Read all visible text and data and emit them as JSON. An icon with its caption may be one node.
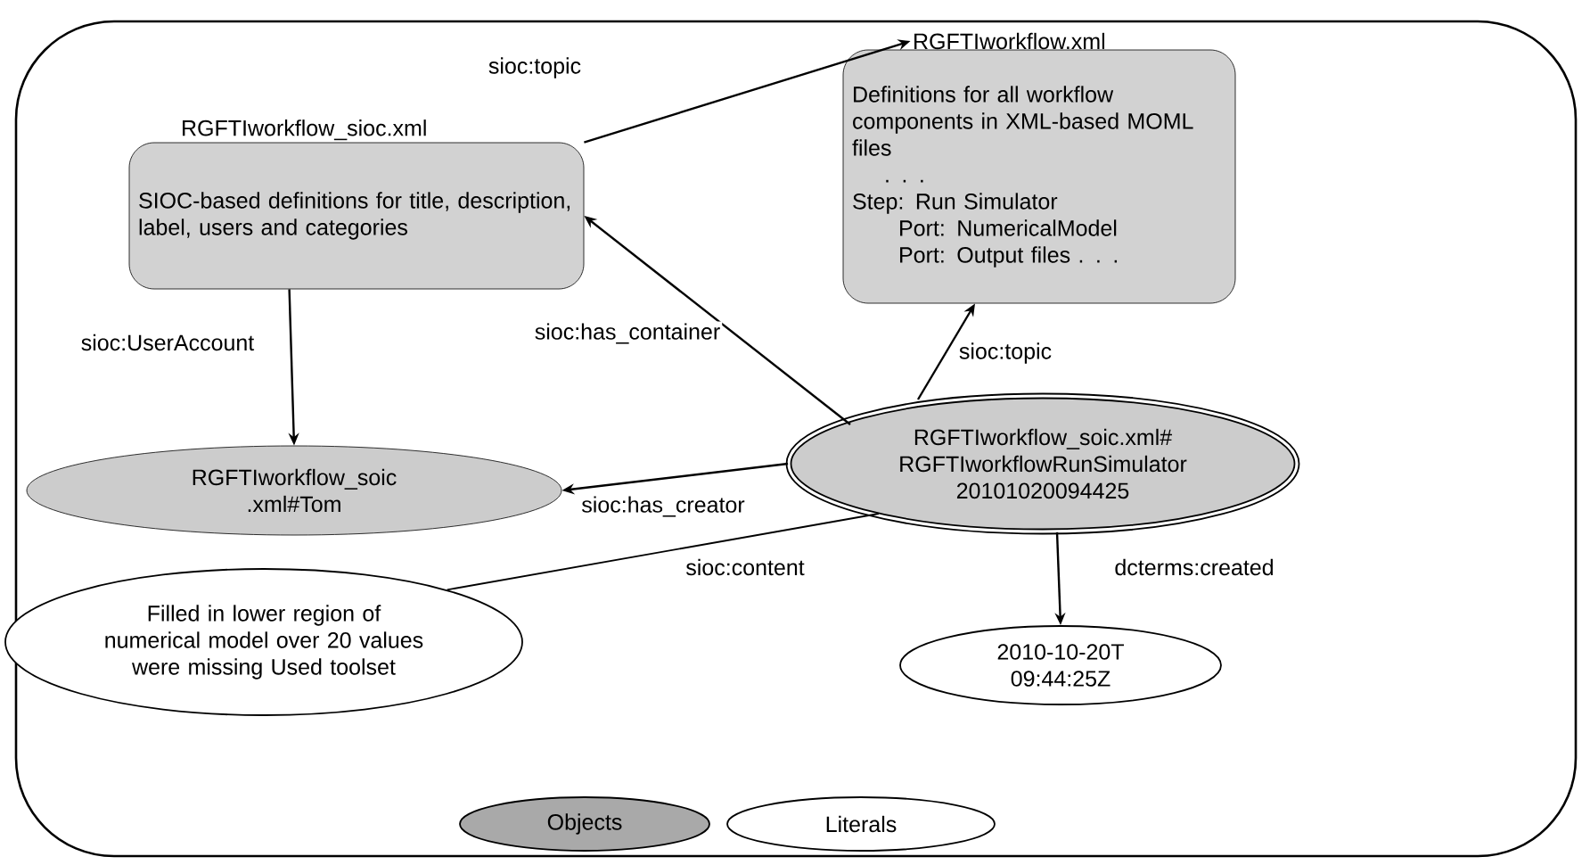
{
  "diagram": {
    "nodes": [
      {
        "text": [
          "RGFTIworkflow_sioc.xml",
          "SIOC-based definitions for title, description, label, users and categories"
        ]
      },
      {
        "text": [
          "RGFTIworkflow.xml",
          "Definitions for all workflow components in XML-based MOML files",
          ". . .",
          "Step: Run Simulator",
          "Port:  NumericalModel",
          "Port: Output files   . . ."
        ]
      },
      {
        "text": [
          "RGFTIworkflow_soic .xml#Tom"
        ]
      },
      {
        "text": [
          "RGFTIworkflow_soic.xml# RGFTIworkflowRunSimulator 20101020094425"
        ]
      },
      {
        "text": [
          "Filled in lower region of numerical model over 20 values were missing Used toolset"
        ]
      },
      {
        "text": [
          "2010-10-20T 09:44:25Z"
        ]
      }
    ],
    "edges": [
      {
        "from": 0,
        "to": 1,
        "arrow": "to",
        "label": "sioc:topic"
      },
      {
        "from": 0,
        "to": 2,
        "arrow": "to",
        "label": "sioc:UserAccount"
      },
      {
        "from": 3,
        "to": 0,
        "arrow": "to",
        "label": "sioc:has_container"
      },
      {
        "from": 3,
        "to": 1,
        "arrow": "to",
        "label": "sioc:topic"
      },
      {
        "from": 3,
        "to": 2,
        "arrow": "to",
        "label": "sioc:has_creator"
      },
      {
        "from": 3,
        "to": 4,
        "arrow": "none",
        "label": "sioc:content"
      },
      {
        "from": 3,
        "to": 5,
        "arrow": "to",
        "label": "dcterms:created"
      }
    ],
    "legend": [
      {
        "text": "Objects",
        "color": "#a9a9a9"
      },
      {
        "text": "Literals"
      }
    ]
  }
}
